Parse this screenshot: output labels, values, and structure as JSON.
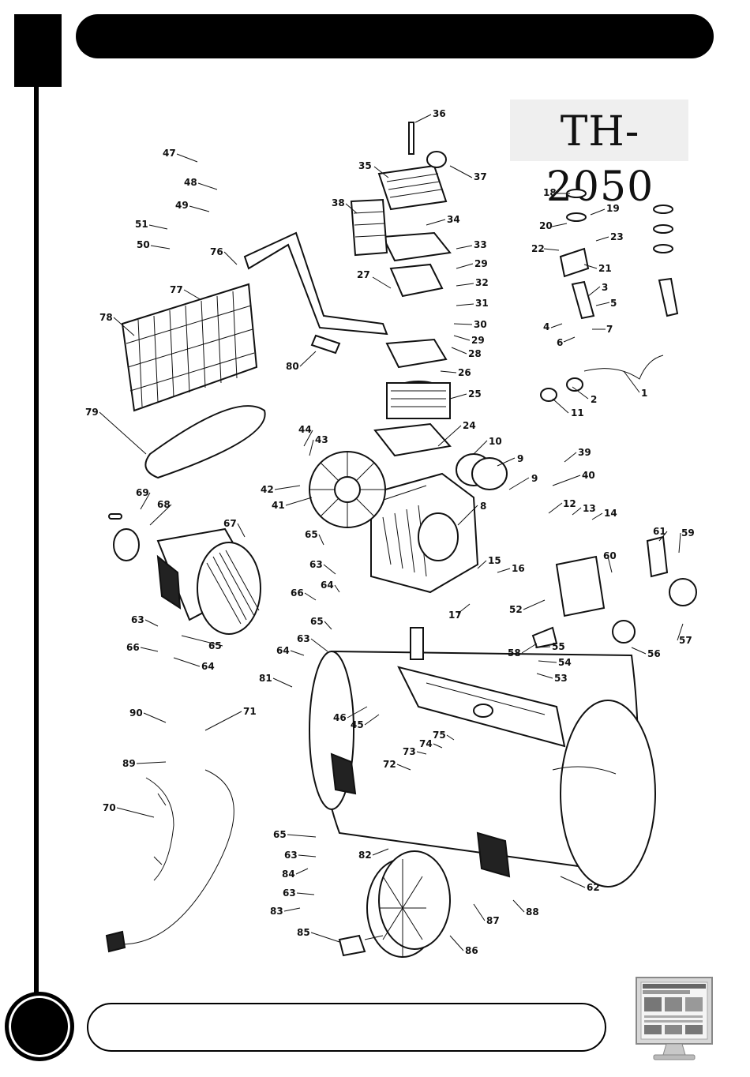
{
  "header": {
    "title": ""
  },
  "model": {
    "label": "TH-2050"
  },
  "footer": {
    "text": ""
  },
  "callouts": [
    "1",
    "2",
    "3",
    "4",
    "5",
    "6",
    "7",
    "8",
    "9",
    "9",
    "10",
    "11",
    "12",
    "13",
    "14",
    "15",
    "16",
    "17",
    "18",
    "19",
    "20",
    "21",
    "22",
    "23",
    "24",
    "25",
    "26",
    "27",
    "28",
    "29",
    "29",
    "30",
    "31",
    "32",
    "33",
    "34",
    "35",
    "36",
    "37",
    "38",
    "39",
    "40",
    "41",
    "42",
    "43",
    "44",
    "45",
    "46",
    "47",
    "48",
    "49",
    "50",
    "51",
    "52",
    "53",
    "54",
    "55",
    "56",
    "57",
    "58",
    "59",
    "60",
    "61",
    "62",
    "63",
    "63",
    "63",
    "63",
    "63",
    "64",
    "64",
    "64",
    "65",
    "65",
    "65",
    "65",
    "66",
    "66",
    "67",
    "68",
    "69",
    "70",
    "71",
    "72",
    "73",
    "74",
    "75",
    "76",
    "77",
    "78",
    "79",
    "80",
    "81",
    "82",
    "83",
    "84",
    "85",
    "86",
    "87",
    "88",
    "89",
    "90"
  ]
}
